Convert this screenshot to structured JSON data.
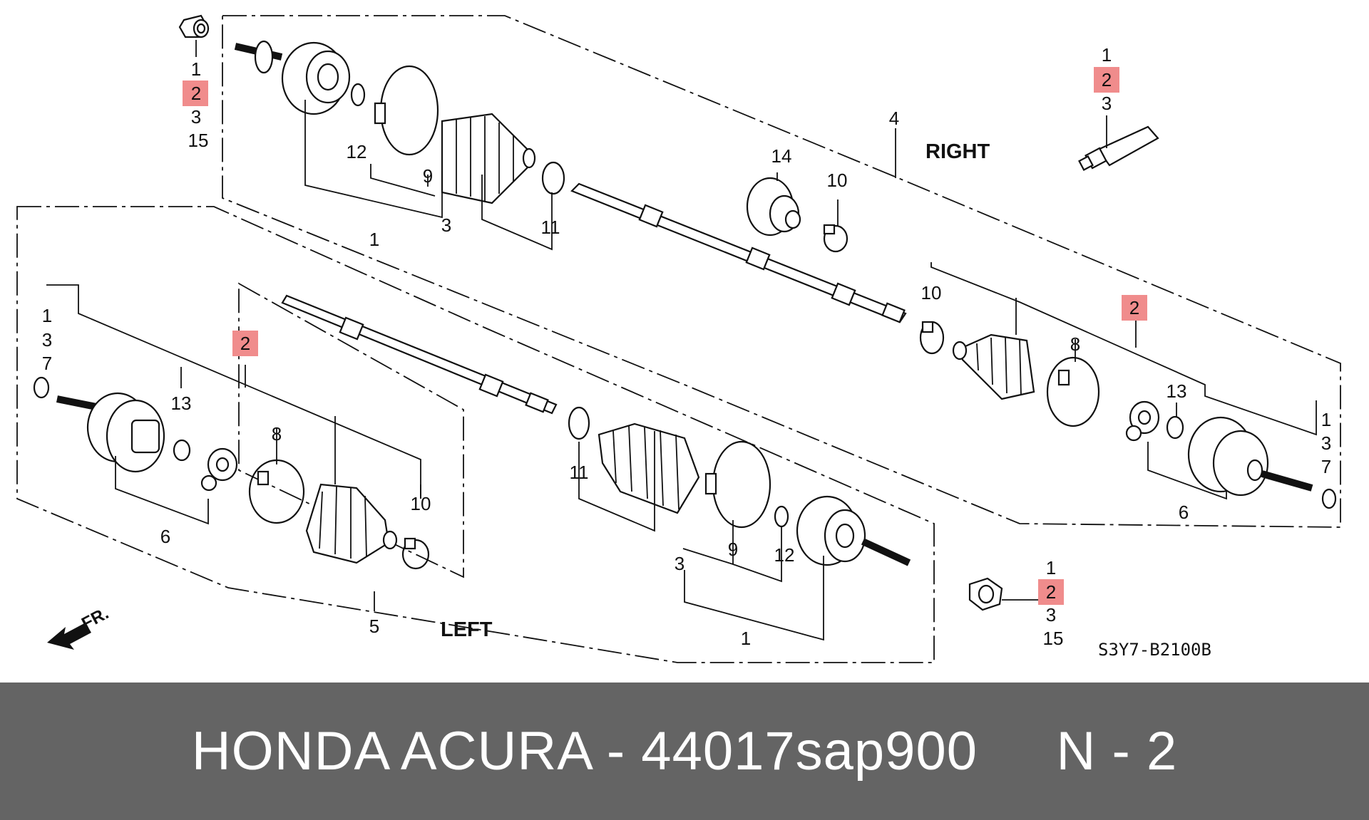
{
  "diagram": {
    "side_labels": {
      "right": "RIGHT",
      "left": "LEFT",
      "front_arrow": "FR."
    },
    "code": "S3Y7-B2100B",
    "callouts": {
      "nut_top": [
        "1",
        "2",
        "3",
        "15"
      ],
      "grease": [
        "1",
        "2",
        "3"
      ],
      "nut_bottom": [
        "1",
        "2",
        "3",
        "15"
      ],
      "r_shaft": "4",
      "r_12": "12",
      "r_9": "9",
      "r_3": "3",
      "r_1": "1",
      "r_11": "11",
      "r_14": "14",
      "r_10a": "10",
      "r_10b": "10",
      "r_8": "8",
      "r_2": "2",
      "r_13": "13",
      "r_6": "6",
      "r_right_stack": [
        "1",
        "3",
        "7"
      ],
      "l_left_stack": [
        "1",
        "3",
        "7"
      ],
      "l_13": "13",
      "l_6": "6",
      "l_2": "2",
      "l_8": "8",
      "l_10": "10",
      "l_11": "11",
      "l_3": "3",
      "l_9": "9",
      "l_12": "12",
      "l_1": "1",
      "l_5": "5"
    }
  },
  "footer": {
    "title": "HONDA ACURA - 44017sap900     N - 2"
  },
  "colors": {
    "highlight": "#f08c8c",
    "footer_bg": "#646464",
    "ink": "#111111"
  }
}
